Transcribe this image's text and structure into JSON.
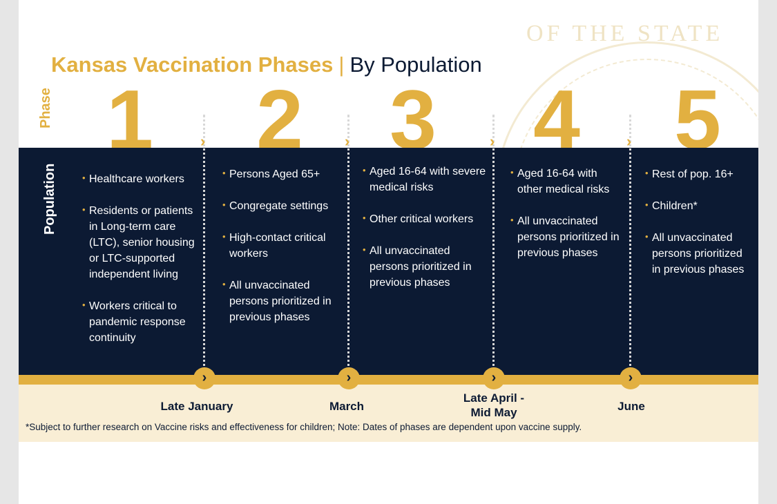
{
  "title": {
    "main": "Kansas Vaccination Phases",
    "separator": "|",
    "sub": "By Population"
  },
  "watermark_text": "OF THE STATE",
  "phase_label": "Phase",
  "population_label": "Population",
  "phases": [
    {
      "number": "1",
      "items": [
        "Healthcare workers",
        "Residents or patients in Long-term care (LTC), senior housing or LTC-supported independent living",
        "Workers critical to pandemic response continuity"
      ]
    },
    {
      "number": "2",
      "items": [
        "Persons Aged 65+",
        "Congregate settings",
        "High-contact critical workers",
        "All unvaccinated persons prioritized in previous phases"
      ]
    },
    {
      "number": "3",
      "items": [
        "Aged 16-64 with severe medical risks",
        "Other critical workers",
        "All unvaccinated persons prioritized in previous phases"
      ]
    },
    {
      "number": "4",
      "items": [
        "Aged 16-64 with other medical risks",
        "All unvaccinated persons prioritized in previous phases"
      ]
    },
    {
      "number": "5",
      "items": [
        "Rest of pop. 16+",
        "Children*",
        "All unvaccinated persons prioritized in previous phases"
      ]
    }
  ],
  "timeline": {
    "chevron": "›",
    "dates": [
      "Late January",
      "March",
      "Late April - Mid May",
      "June"
    ]
  },
  "footnote": "*Subject to further research on Vaccine risks and effectiveness for children; Note: Dates of phases are dependent upon vaccine supply.",
  "colors": {
    "gold": "#e2b041",
    "navy": "#0c1a33",
    "cream": "#f9eed5"
  }
}
